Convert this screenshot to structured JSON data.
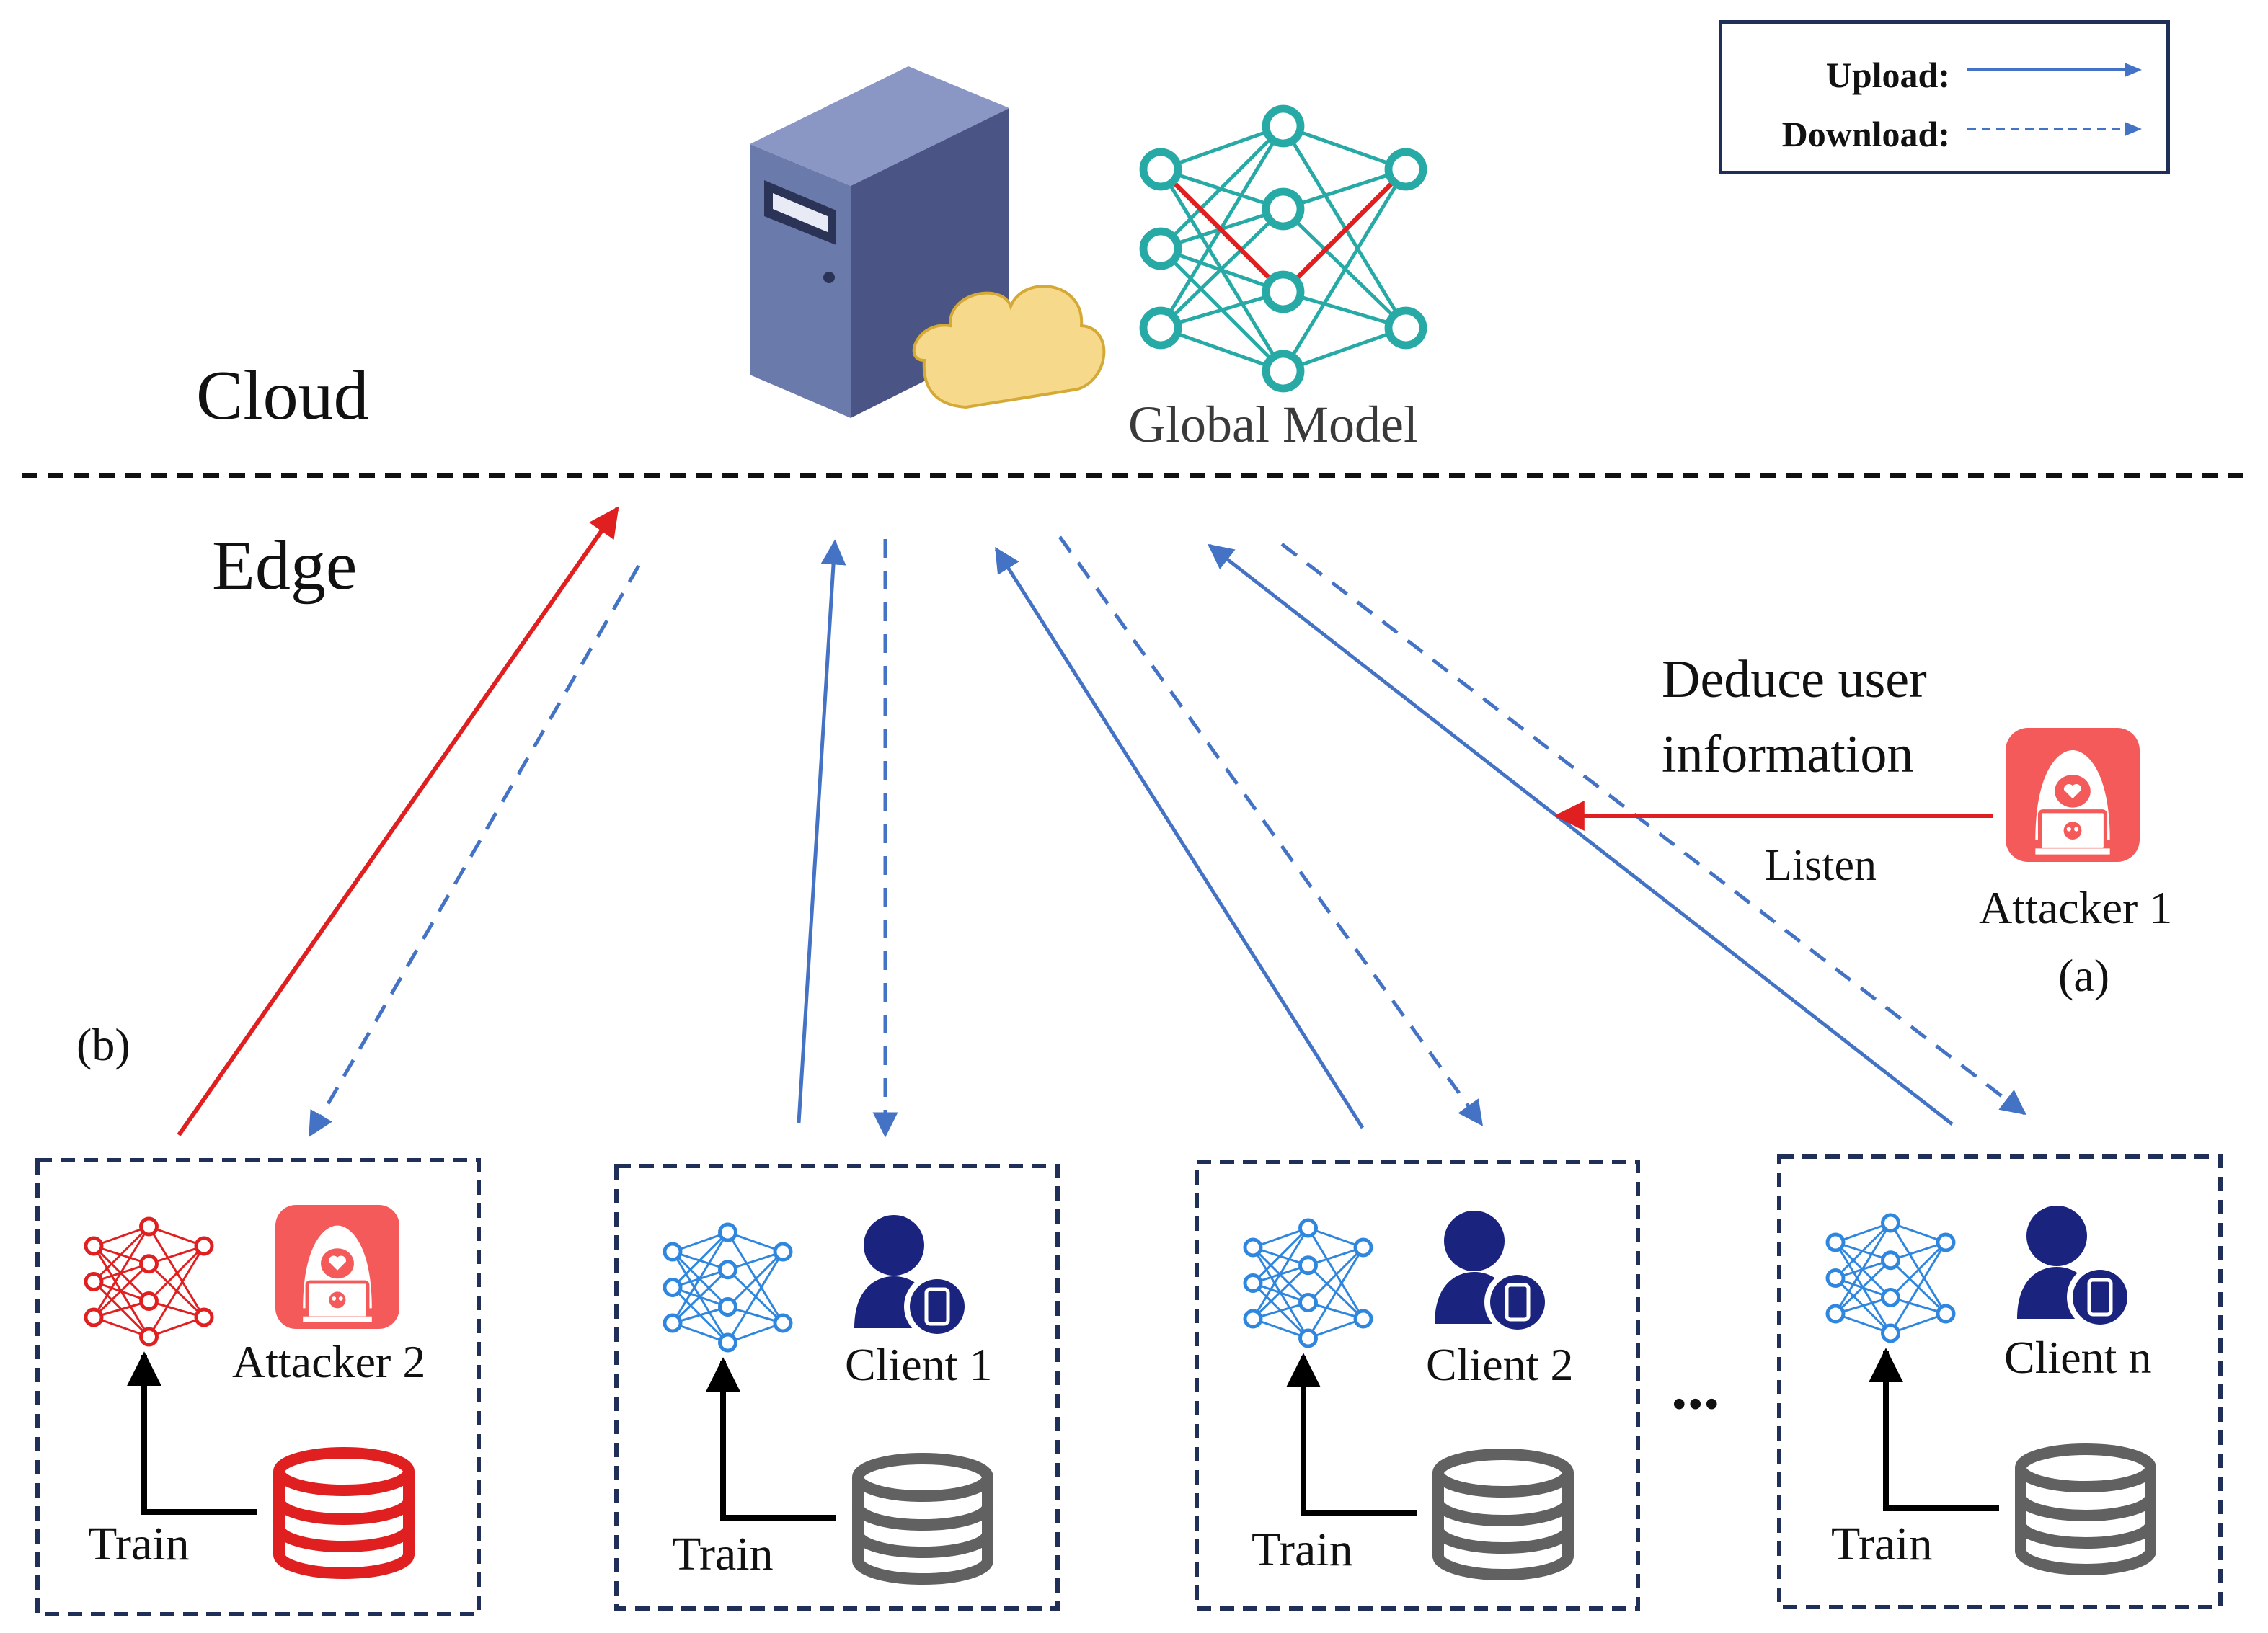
{
  "legend": {
    "upload_label": "Upload:",
    "download_label": "Download:"
  },
  "cloud": {
    "layer_label": "Cloud",
    "global_model_label": "Global Model",
    "server_icon": "server-tower-icon",
    "cloud_icon": "cloud-icon",
    "network_icon": "neural-network-icon"
  },
  "edge": {
    "layer_label": "Edge"
  },
  "attack_a": {
    "deduce_line1": "Deduce user",
    "deduce_line2": "information",
    "listen_label": "Listen",
    "attacker_label": "Attacker 1",
    "tag": "(a)",
    "icon": "hacker-icon"
  },
  "attack_b": {
    "tag": "(b)"
  },
  "nodes": [
    {
      "name": "Attacker 2",
      "train": "Train",
      "malicious": true
    },
    {
      "name": "Client 1",
      "train": "Train",
      "malicious": false
    },
    {
      "name": "Client 2",
      "train": "Train",
      "malicious": false
    },
    {
      "name": "Client n",
      "train": "Train",
      "malicious": false
    }
  ],
  "ellipsis": "...",
  "colors": {
    "upload_arrow": "#4472c4",
    "malicious": "#e02020",
    "node_border": "#1f2f57",
    "network_teal": "#27aaa5",
    "benign_net": "#2e86de",
    "user_icon": "#1a237e",
    "db_gray": "#616161",
    "server_body": "#6a7aab",
    "cloud_fill": "#f6d98a"
  }
}
